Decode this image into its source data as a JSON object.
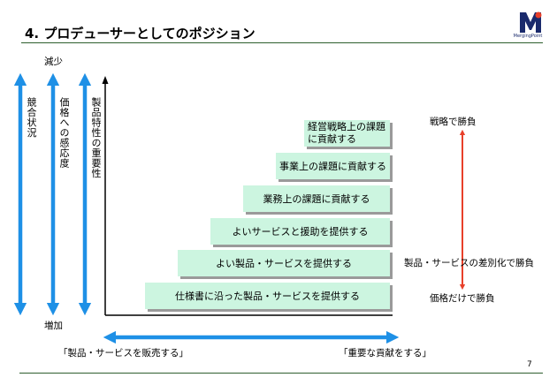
{
  "header": {
    "title": "4. プロデューサーとしてのポジション",
    "logo_text": "MergingPoint"
  },
  "axes": {
    "top_label": "減少",
    "bottom_label": "増加",
    "vertical_labels": [
      "競合状況",
      "価格への感応度",
      "製品特性の重要性"
    ],
    "left_bottom_label": "「製品・サービスを販売する」",
    "right_bottom_label": "「重要な貢献をする」"
  },
  "steps": [
    {
      "label": "仕様書に沿った製品・サービスを提供する"
    },
    {
      "label": "よい製品・サービスを提供する"
    },
    {
      "label": "よいサービスと援助を提供する"
    },
    {
      "label": "業務上の課題に貢献する"
    },
    {
      "label": "事業上の課題に貢献する"
    },
    {
      "label_line1": "経営戦略上の課題",
      "label_line2": "に貢献する"
    }
  ],
  "right_labels": {
    "top": "戦略で勝負",
    "middle": "製品・サービスの差別化で勝負",
    "bottom": "価格だけで勝負"
  },
  "colors": {
    "blue_arrow": "#1e90e6",
    "red_arrow": "#e8402a",
    "step_fill": "#ccf5e0"
  },
  "footer": {
    "page_number": "7"
  }
}
